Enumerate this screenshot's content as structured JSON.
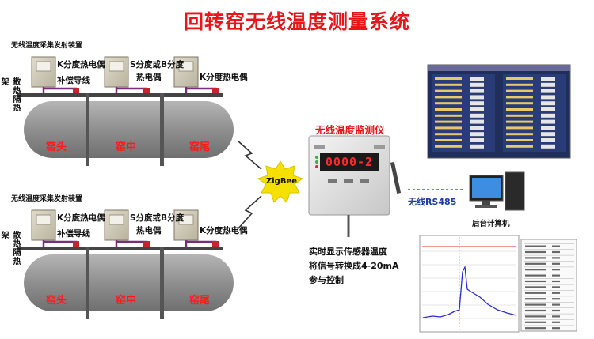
{
  "title": "回转窑无线温度测量系统",
  "kiln_top": {
    "device_label": "无线温度采集发射装置",
    "sensor_1": "K分度热电偶",
    "wire": "补偿导线",
    "sensor_2_line1": "S分度或B分度",
    "sensor_2_line2": "热电偶",
    "sensor_3": "K分度热电偶",
    "side_label": "散热隔热架",
    "section_head": "窑头",
    "section_mid": "窑中",
    "section_tail": "窑尾"
  },
  "kiln_bottom": {
    "device_label": "无线温度采集发射装置",
    "sensor_1": "K分度热电偶",
    "wire": "补偿导线",
    "sensor_2_line1": "S分度或B分度",
    "sensor_2_line2": "热电偶",
    "sensor_3": "K分度热电偶",
    "side_label": "散热隔热架",
    "section_head": "窑头",
    "section_mid": "窑中",
    "section_tail": "窑尾"
  },
  "zigbee_label": "ZigBee",
  "instrument": {
    "label": "无线温度监测仪",
    "display_value": "0000-2",
    "desc_line1": "实时显示传感器温度",
    "desc_line2": "将信号转换成4-20mA",
    "desc_line3": "参与控制"
  },
  "link_label": "无线RS485",
  "computer_label": "后台计算机",
  "colors": {
    "title_red": "#e8151b",
    "kiln_gray": "#8a8a8a",
    "wire_purple": "#7a2d7a",
    "zigbee_yellow": "#f5e000",
    "display_red": "#ff2a2a",
    "link_blue": "#1d3f9c"
  }
}
